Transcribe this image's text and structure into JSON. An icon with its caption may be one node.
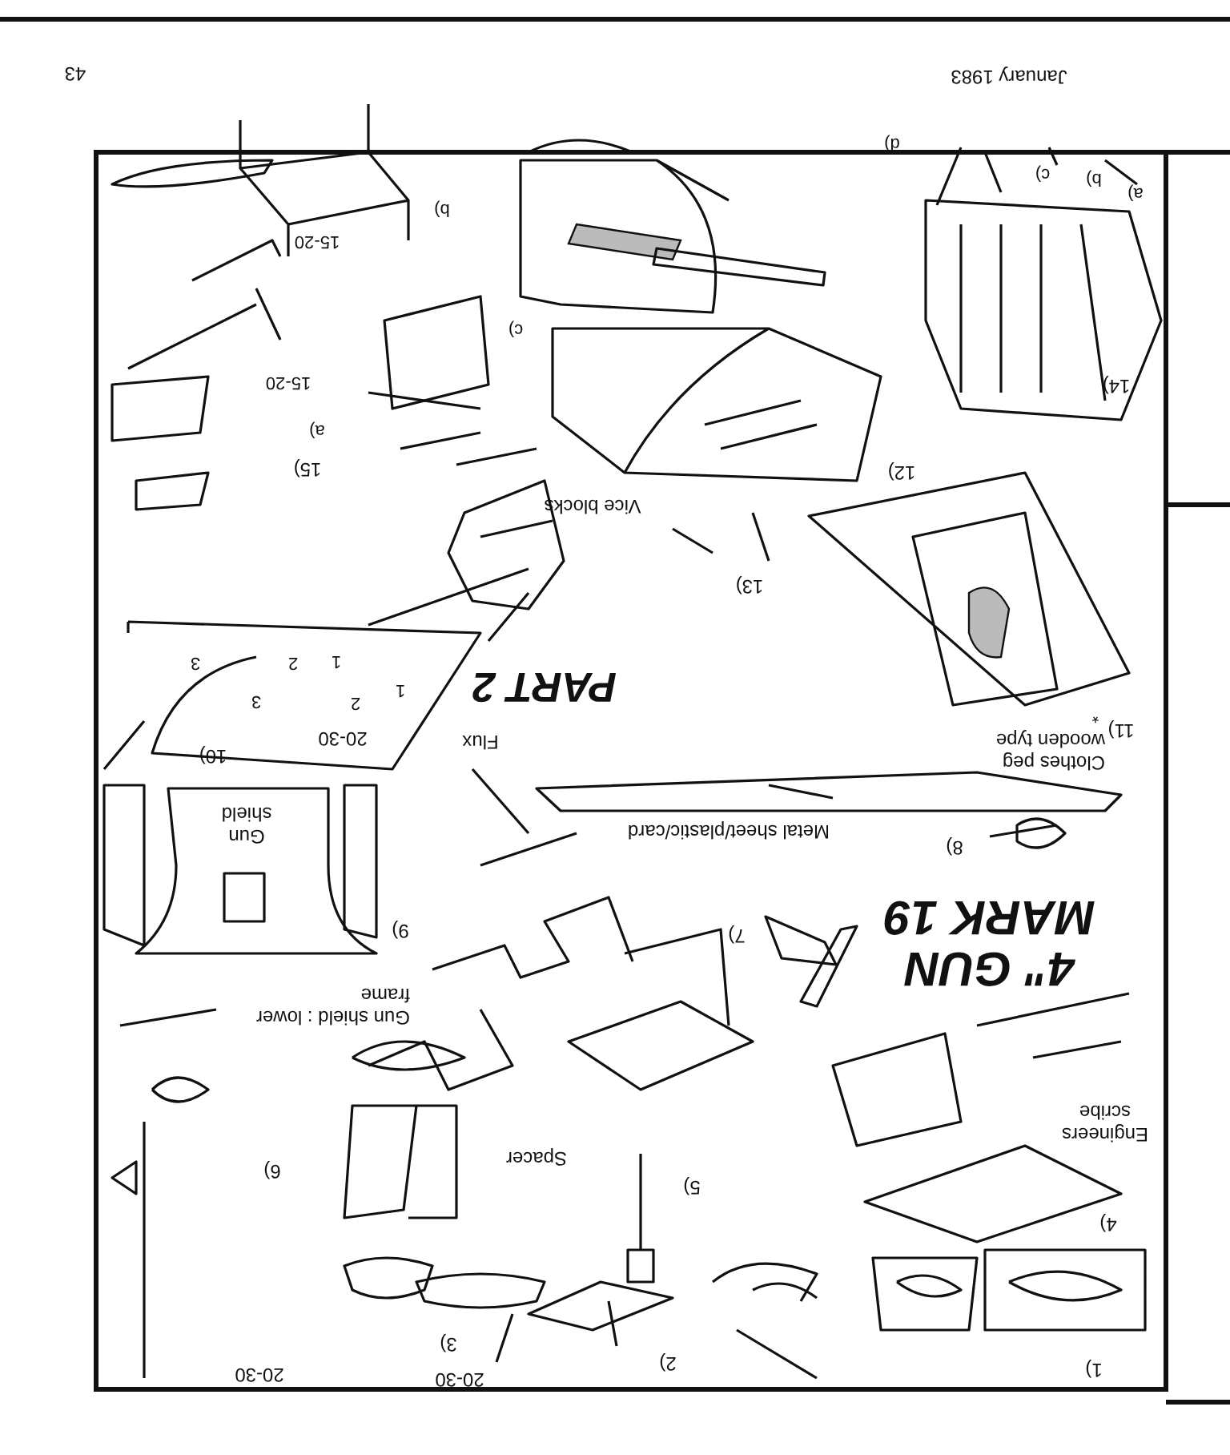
{
  "diagram": {
    "title": "4\" GUN MARK 19",
    "labels": [
      "January 1983",
      "43",
      "PART 2",
      "a)",
      "b)",
      "c)",
      "d)",
      "14)",
      "b)",
      "15-20",
      "c)",
      "15-20",
      "a)",
      "15)",
      "12)",
      "Vice blocks",
      "13)",
      "*",
      "11)",
      "Clothes peg wooden type",
      "Flux",
      "20-30",
      "1",
      "2",
      "3",
      "1",
      "2",
      "3",
      "10)",
      "Metal sheet/plastic/card",
      "8)",
      "Gun shield",
      "9)",
      "7)",
      "Gun shield : lower frame",
      "Engineers scribe",
      "Spacer",
      "6)",
      "5)",
      "4)",
      "3)",
      "20-30",
      "20-30",
      "2)",
      "1)"
    ]
  }
}
